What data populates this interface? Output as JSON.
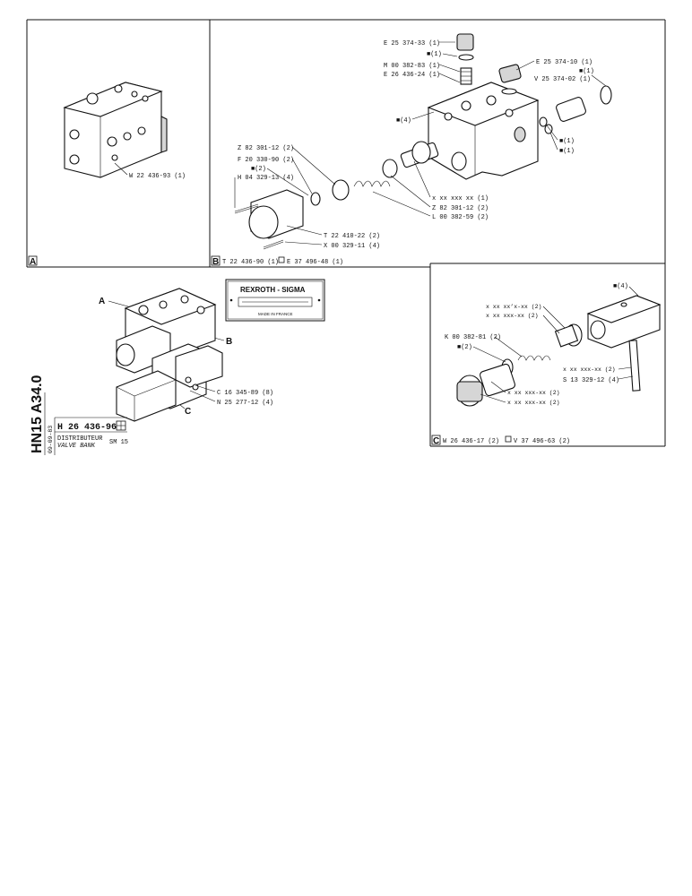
{
  "panels": {
    "a": {
      "letter": "A",
      "callouts": [
        "W 22 436-93 (1)"
      ]
    },
    "b": {
      "letter": "B",
      "assembly_ref": "T 22 436-90 (1)",
      "kit_ref": "E 37 496-48 (1)",
      "callouts": {
        "e_25374_33": "E 25 374-33 (1)",
        "sq1_top": "■(1)",
        "m_00382_83": "M 00 382-83 (1)",
        "e_26436_24": "E 26 436-24 (1)",
        "e_25374_10": "E 25 374-10 (1)",
        "sq1_right": "■(1)",
        "v_25374_02": "V 25 374-02 (1)",
        "sq4": "■(4)",
        "sq1_r2": "■(1)",
        "sq1_r3": "■(1)",
        "z_82301_12_left": "Z 82 301-12 (2)",
        "f_20330_90": "F 20 330-90 (2)",
        "sq2": "■(2)",
        "h_04329_13": "H 04 329-13 (4)",
        "xxx_1": "x xx xxx   xx (1)",
        "z_82301_12_right": "Z 82 301-12 (2)",
        "l_00382_59": "L 00 382-59 (2)",
        "t_22410_22": "T 22 410-22 (2)",
        "x_00329_11": "X 00 329-11 (4)"
      }
    },
    "c": {
      "letter": "C",
      "assembly_ref": "W 26 436-17 (2)",
      "kit_ref": "V 37 496-63 (2)",
      "callouts": {
        "sq4": "■(4)",
        "xxx_a": "x xx xx’x-xx (2)",
        "xxx_b": "x xx xxx-xx (2)",
        "k_00382_81": "K 00 382-81 (2)",
        "sq2": "■(2)",
        "xxx_c": "x xx xxx-xx (2)",
        "s_13329_12": "S 13 329-12 (4)",
        "xxx_d": "x xx xxx-xx (2)",
        "xxx_e": "x xx xxx-xx (2)"
      }
    },
    "overview": {
      "label_a": "A",
      "label_b": "B",
      "label_c": "C",
      "c_16345_89": "C 16 345-89 (8)",
      "n_25277_12": "N 25 277-12 (4)",
      "plate_brand": "REXROTH - SIGMA",
      "plate_made": "MADE IN FRANCE"
    }
  },
  "title_block": {
    "code": "HN15 A34.0",
    "date": "09-09-83",
    "part_number": "H 26 436-96",
    "title_fr": "DISTRIBUTEUR",
    "title_en": "VALVE BANK",
    "model": "SM 15"
  }
}
